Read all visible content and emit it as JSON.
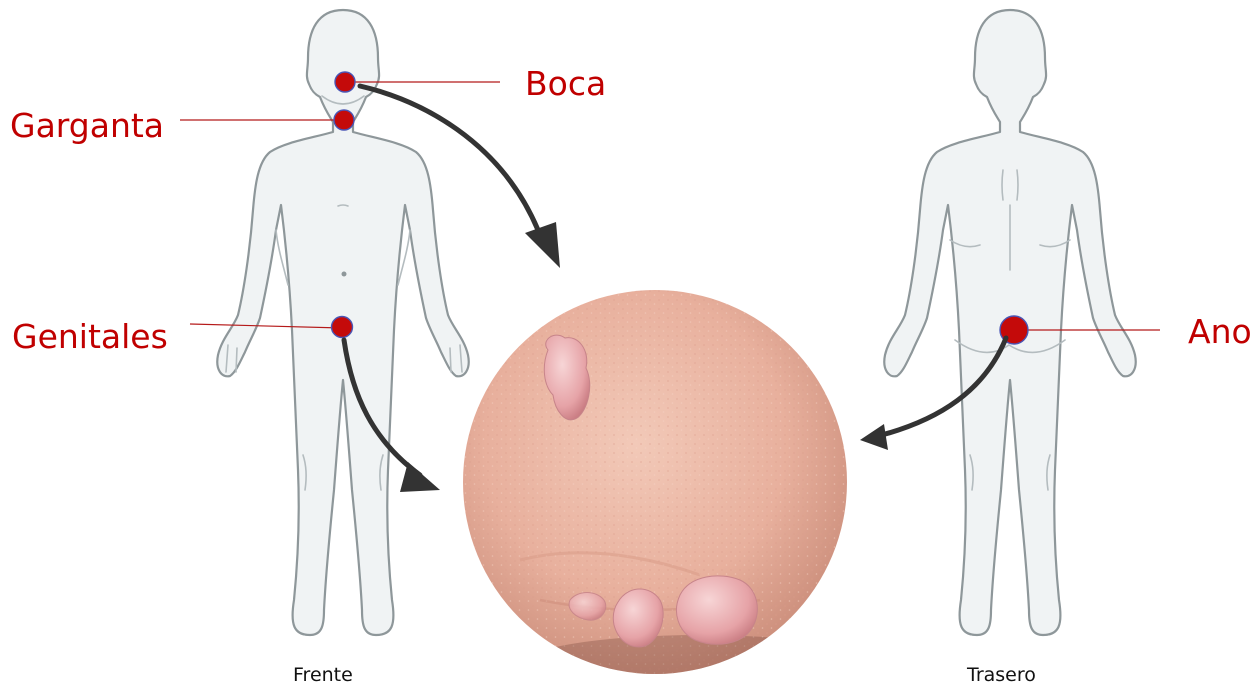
{
  "labels": {
    "boca": "Boca",
    "garganta": "Garganta",
    "genitales": "Genitales",
    "ano": "Ano",
    "frente": "Frente",
    "trasero": "Trasero"
  },
  "colors": {
    "label_red": "#c00000",
    "marker_red": "#c40a0a",
    "body_fill": "#f0f3f4",
    "body_outline": "#8e979a",
    "arrow": "#333333",
    "skin": "#e9b5a2"
  }
}
